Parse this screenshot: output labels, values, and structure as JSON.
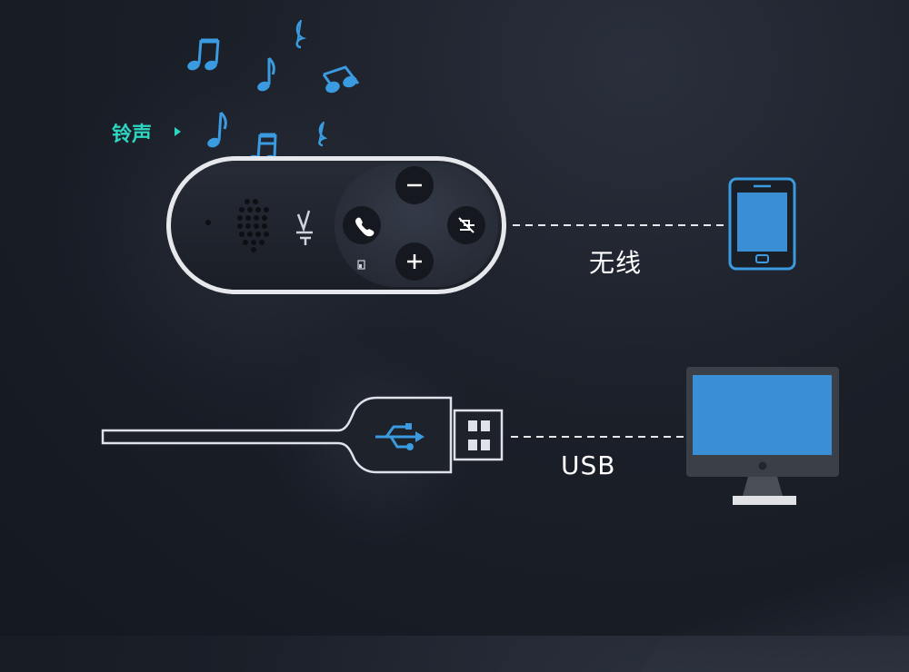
{
  "labels": {
    "ringtone": "铃声",
    "wireless": "无线",
    "usb": "USB"
  },
  "colors": {
    "accent_teal": "#2ed6c2",
    "note_blue": "#3a9be0",
    "screen_blue": "#3a8ed6"
  },
  "icons": [
    "music-note-icon",
    "treble-clef-icon",
    "phone-icon",
    "minus-icon",
    "plus-icon",
    "mute-icon",
    "usb-icon",
    "smartphone-icon",
    "monitor-icon"
  ]
}
